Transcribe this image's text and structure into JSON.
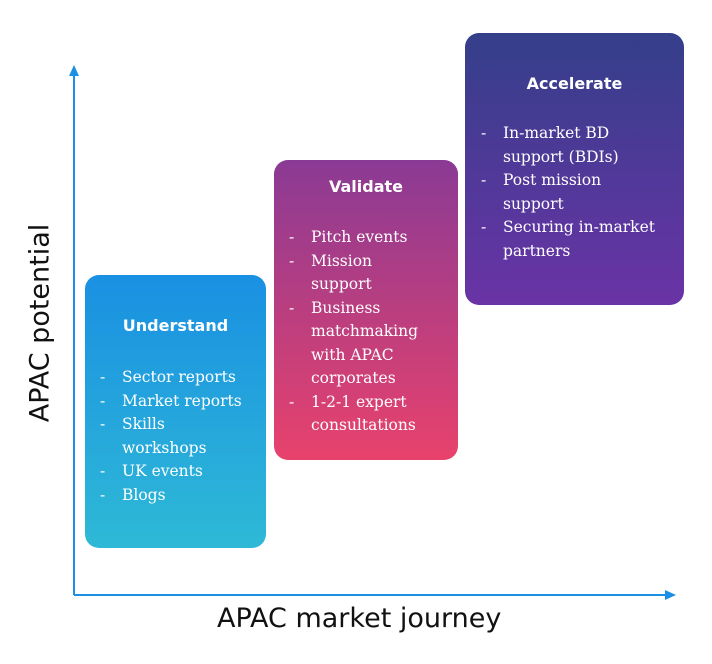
{
  "axes": {
    "x_title": "APAC market journey",
    "y_title": "APAC potential",
    "color": "#1a8fe3"
  },
  "stages": [
    {
      "title": "Understand",
      "items": [
        "Sector reports",
        "Market reports",
        "Skills\nworkshops",
        "UK events",
        "Blogs"
      ],
      "gradient": [
        "#1a90e2",
        "#2eb9d6"
      ]
    },
    {
      "title": "Validate",
      "items": [
        "Pitch events",
        "Mission\nsupport",
        "Business\nmatchmaking\nwith APAC\ncorporates",
        "1-2-1 expert\nconsultations"
      ],
      "gradient": [
        "#8a3a94",
        "#e8426c"
      ]
    },
    {
      "title": "Accelerate",
      "items": [
        "In-market BD\nsupport (BDIs)",
        "Post mission\nsupport",
        "Securing in-market\npartners"
      ],
      "gradient": [
        "#343f8a",
        "#6a33a6"
      ]
    }
  ]
}
